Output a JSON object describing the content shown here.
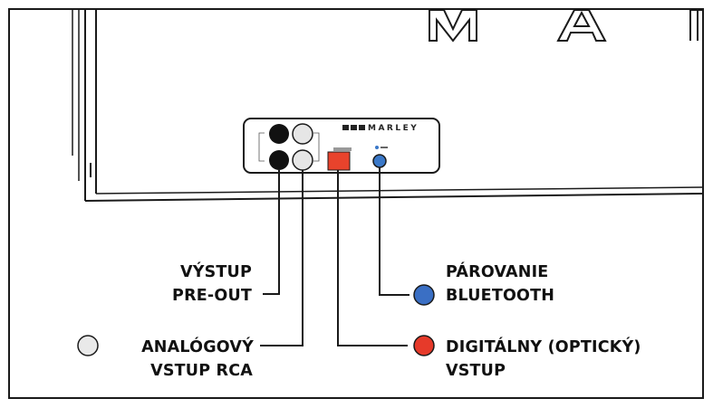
{
  "device": {
    "brand_mark": "MARLEY",
    "device_lettering": "MAR"
  },
  "labels": {
    "preout_line1": "VÝSTUP",
    "preout_line2": "PRE-OUT",
    "analog_line1": "ANALÓGOVÝ",
    "analog_line2": "VSTUP RCA",
    "bt_line1": "PÁROVANIE",
    "bt_line2": "BLUETOOTH",
    "digital_line1": "DIGITÁLNY (OPTICKÝ)",
    "digital_line2": "VSTUP"
  },
  "colors": {
    "analog_port": "#e6e6e6",
    "preout_port": "#111111",
    "optical_port": "#e8432c",
    "bluetooth_button": "#3a78c8",
    "bluetooth_dot": "#3a6fc4",
    "digital_dot": "#e63a2a",
    "analog_dot": "#e9e9e9"
  }
}
